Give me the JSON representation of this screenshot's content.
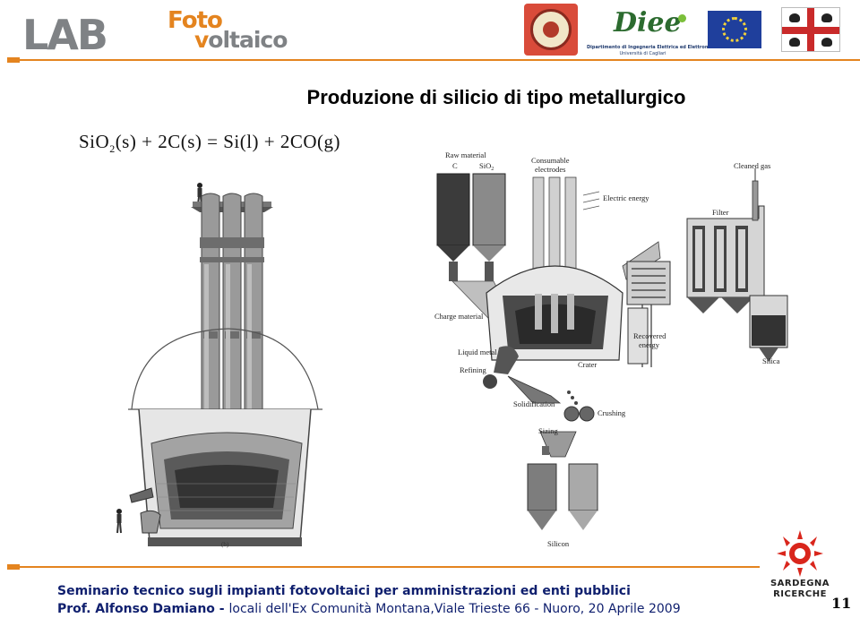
{
  "header": {
    "logo_lab": "LAB",
    "logo_foto": "Foto",
    "logo_voltaico_v": "v",
    "logo_voltaico_rest": "oltaico",
    "diee_mark": "Diee",
    "diee_line1": "Dipartimento di Ingegneria Elettrica ed Elettronica",
    "diee_line2": "Università di Cagliari",
    "brand_color": "#e4841f",
    "logo_gray": "#7f8285"
  },
  "slide": {
    "title": "Produzione di silicio di tipo metallurgico",
    "equation": {
      "lhs1": "SiO",
      "lhs1_sub": "2",
      "lhs1_state": "(s) + 2C(s) = Si(l) + 2CO(g)"
    },
    "furnace_caption": "(b)",
    "process_labels": {
      "raw_material": "Raw material",
      "c": "C",
      "sio2": "SiO",
      "sio2_sub": "2",
      "consumable_1": "Consumable",
      "consumable_2": "electrodes",
      "cleaned_gas": "Cleaned gas",
      "electric_energy": "Electric energy",
      "filter": "Filter",
      "charge_material": "Charge material",
      "liquid_metal": "Liquid metal",
      "refining": "Refining",
      "crater": "Crater",
      "recovered_1": "Recovered",
      "recovered_2": "energy",
      "silica": "Silica",
      "solidification": "Solidification",
      "crushing": "Crushing",
      "sizing": "Sizing",
      "silicon": "Silicon"
    }
  },
  "footer": {
    "line1": "Seminario tecnico sugli impianti fotovoltaici per amministrazioni ed enti pubblici",
    "line2_bold": "Prof. Alfonso Damiano - ",
    "line2_rest": "locali dell'Ex Comunità Montana,Viale Trieste 66 -   Nuoro, 20 Aprile 2009",
    "sr_line1": "SARDEGNA",
    "sr_line2": "RICERCHE",
    "page_number": "11",
    "text_color": "#0f1f6e"
  }
}
